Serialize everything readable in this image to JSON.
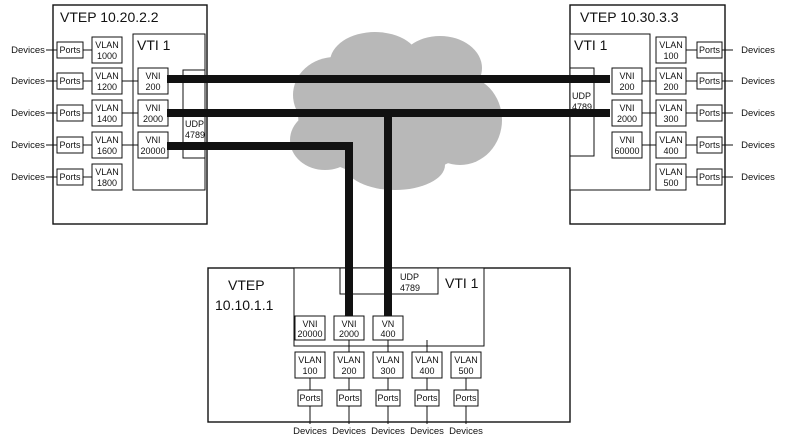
{
  "vteps": {
    "left": {
      "title": "VTEP 10.20.2.2",
      "vti": "VTI 1",
      "udp": [
        "UDP",
        "4789"
      ],
      "vlans": [
        [
          "VLAN",
          "1000"
        ],
        [
          "VLAN",
          "1200"
        ],
        [
          "VLAN",
          "1400"
        ],
        [
          "VLAN",
          "1600"
        ],
        [
          "VLAN",
          "1800"
        ]
      ],
      "vnis": [
        [
          "VNI",
          "200"
        ],
        [
          "VNI",
          "2000"
        ],
        [
          "VNI",
          "20000"
        ]
      ]
    },
    "right": {
      "title": "VTEP 10.30.3.3",
      "vti": "VTI 1",
      "udp": [
        "UDP",
        "4789"
      ],
      "vlans": [
        [
          "VLAN",
          "100"
        ],
        [
          "VLAN",
          "200"
        ],
        [
          "VLAN",
          "300"
        ],
        [
          "VLAN",
          "400"
        ],
        [
          "VLAN",
          "500"
        ]
      ],
      "vnis": [
        [
          "VNI",
          "200"
        ],
        [
          "VNI",
          "2000"
        ],
        [
          "VNI",
          "60000"
        ]
      ]
    },
    "bottom": {
      "title": [
        "VTEP",
        "10.10.1.1"
      ],
      "vti": "VTI 1",
      "udp": [
        "UDP",
        "4789"
      ],
      "vlans": [
        [
          "VLAN",
          "100"
        ],
        [
          "VLAN",
          "200"
        ],
        [
          "VLAN",
          "300"
        ],
        [
          "VLAN",
          "400"
        ],
        [
          "VLAN",
          "500"
        ]
      ],
      "vnis": [
        [
          "VNI",
          "20000"
        ],
        [
          "VNI",
          "2000"
        ],
        [
          "VN",
          "400"
        ]
      ]
    }
  },
  "labels": {
    "ports": "Ports",
    "devices": "Devices"
  },
  "colors": {
    "cloud": "#b8b8b8",
    "line": "#111111"
  }
}
